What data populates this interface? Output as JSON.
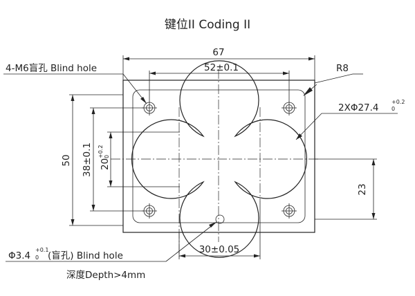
{
  "title": "键位II  Coding II",
  "labels": {
    "dim_67": "67",
    "dim_52": "52±0.1",
    "dim_50": "50",
    "dim_38": "38±0.1",
    "dim_20": "20",
    "dim_20_tol_upper": "+0.2",
    "dim_20_tol_lower": "0",
    "dim_23": "23",
    "dim_30": "30±0.05",
    "r8": "R8",
    "m6_holes": "4-M6盲孔 Blind hole",
    "bore": "2XΦ27.4",
    "bore_tol_upper": "+0.2",
    "bore_tol_lower": "0",
    "pin_hole_main": "Φ3.4",
    "pin_hole_tol_upper": "+0.1",
    "pin_hole_tol_lower": "0",
    "pin_hole_suffix": "(盲孔) Blind hole",
    "depth": "深度Depth>4mm"
  }
}
